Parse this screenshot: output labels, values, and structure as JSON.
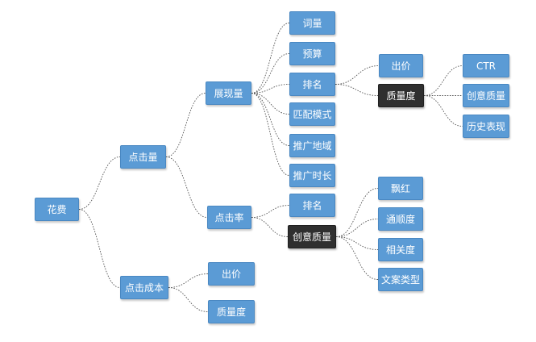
{
  "nodes": {
    "huafei": "花费",
    "dianjiliang": "点击量",
    "dianjichengben": "点击成本",
    "zhanxianliang": "展现量",
    "dianjilv": "点击率",
    "ciliang": "词量",
    "yusuan": "预算",
    "paiming1": "排名",
    "pipeimoshi": "匹配模式",
    "tuiguangdiyu": "推广地域",
    "tuiguangshichang": "推广时长",
    "chujia1": "出价",
    "zhiliangdu1": "质量度",
    "ctr": "CTR",
    "chuangyizhiliang1": "创意质量",
    "lishibiaoxian": "历史表现",
    "paiming2": "排名",
    "chuangyizhiliang2": "创意质量",
    "piaohong": "飘红",
    "tongshundu": "通顺度",
    "xiangguandu": "相关度",
    "wenanleixing": "文案类型",
    "chujia2": "出价",
    "zhiliangdu2": "质量度"
  },
  "colors": {
    "node_fill": "#5b9bd5",
    "highlight_fill": "#2f2f2f",
    "connector": "#555555"
  }
}
